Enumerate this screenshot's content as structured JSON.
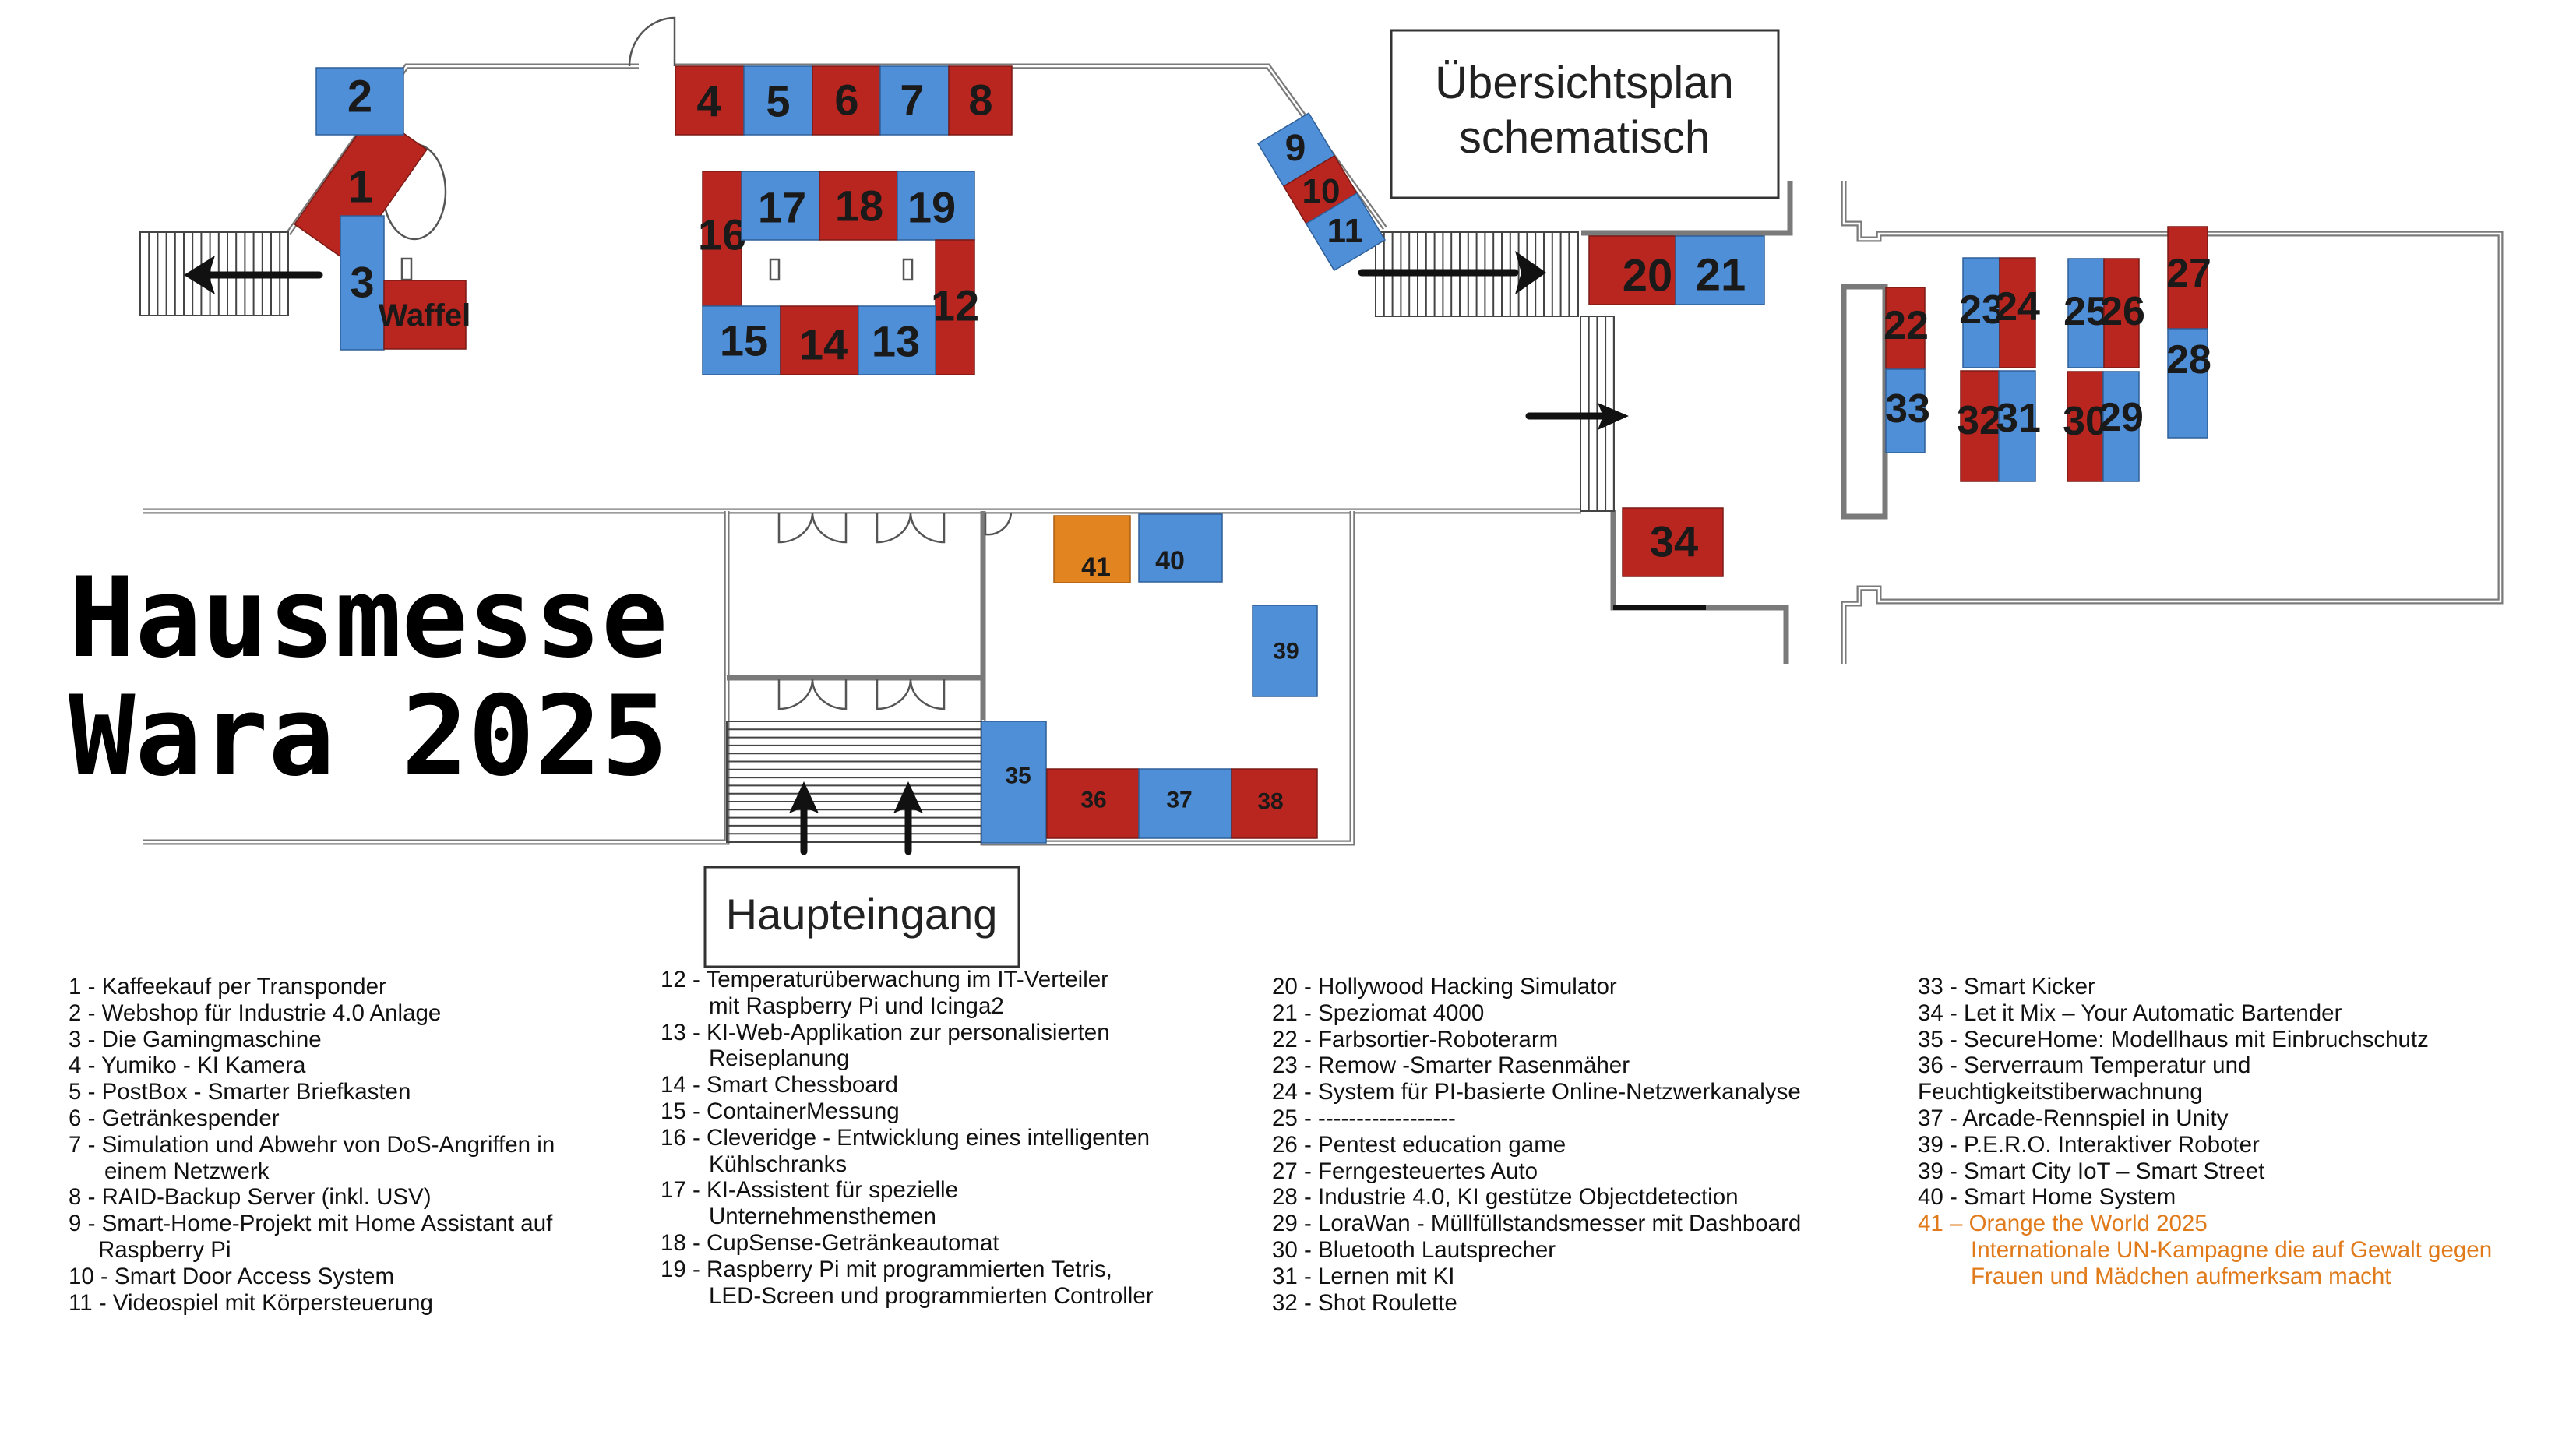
{
  "title": {
    "line1": "Hausmesse",
    "line2": "Wara 2025"
  },
  "labels": {
    "overview_line1": "Übersichtsplan",
    "overview_line2": "schematisch",
    "main_entrance": "Haupteingang",
    "waffel": "Waffel"
  },
  "colors": {
    "red": "#b9261f",
    "blue": "#4f8fd8",
    "orange": "#e2841f",
    "highlight_text": "#e07a1a"
  },
  "booths": {
    "b1": "1",
    "b2": "2",
    "b3": "3",
    "b4": "4",
    "b5": "5",
    "b6": "6",
    "b7": "7",
    "b8": "8",
    "b9": "9",
    "b10": "10",
    "b11": "11",
    "b12": "12",
    "b13": "13",
    "b14": "14",
    "b15": "15",
    "b16": "16",
    "b17": "17",
    "b18": "18",
    "b19": "19",
    "b20": "20",
    "b21": "21",
    "b22": "22",
    "b23": "23",
    "b24": "24",
    "b25": "25",
    "b26": "26",
    "b27": "27",
    "b28": "28",
    "b29": "29",
    "b30": "30",
    "b31": "31",
    "b32": "32",
    "b33": "33",
    "b34": "34",
    "b35": "35",
    "b36": "36",
    "b37": "37",
    "b38": "38",
    "b39": "39",
    "b40": "40",
    "b41": "41"
  },
  "legend": {
    "col1": [
      {
        "text": "1 - Kaffeekauf per Transponder"
      },
      {
        "text": "2 - Webshop für Industrie 4.0 Anlage"
      },
      {
        "text": "3 - Die Gamingmaschine"
      },
      {
        "text": "4 - Yumiko - KI Kamera"
      },
      {
        "text": "5 - PostBox - Smarter Briefkasten"
      },
      {
        "text": "6 - Getränkespender"
      },
      {
        "text": "7 - Simulation und Abwehr von DoS-Angriffen in",
        "cont": "einem Netzwerk"
      },
      {
        "text": "8 - RAID-Backup Server (inkl. USV)"
      },
      {
        "text": "9 - Smart-Home-Projekt mit Home Assistant auf",
        "cont": "Raspberry Pi"
      },
      {
        "text": "10 - Smart Door Access System"
      },
      {
        "text": "11 - Videospiel mit Körpersteuerung"
      }
    ],
    "col2": [
      {
        "text": "12 - Temperaturüberwachung im IT-Verteiler",
        "cont": "mit Raspberry Pi und Icinga2"
      },
      {
        "text": "13 - KI-Web-Applikation zur personalisierten",
        "cont": "Reiseplanung"
      },
      {
        "text": "14 - Smart Chessboard"
      },
      {
        "text": "15 - ContainerMessung"
      },
      {
        "text": "16 - Cleveridge - Entwicklung eines intelligenten",
        "cont": "Kühlschranks"
      },
      {
        "text": "17 - KI-Assistent für spezielle",
        "cont": "Unternehmensthemen"
      },
      {
        "text": "18 - CupSense-Getränkeautomat"
      },
      {
        "text": "19 - Raspberry Pi mit programmierten Tetris,",
        "cont": "LED-Screen und programmierten Controller"
      }
    ],
    "col3": [
      {
        "text": "20 - Hollywood Hacking Simulator"
      },
      {
        "text": "21 - Speziomat 4000"
      },
      {
        "text": "22 - Farbsortier-Roboterarm"
      },
      {
        "text": "23 - Remow -Smarter Rasenmäher"
      },
      {
        "text": "24 - System für PI-basierte Online-Netzwerkanalyse"
      },
      {
        "text": "25 - ------------------"
      },
      {
        "text": "26 - Pentest education game"
      },
      {
        "text": "27 - Ferngesteuertes Auto"
      },
      {
        "text": "28 - Industrie 4.0, KI gestütze Objectdetection"
      },
      {
        "text": "29 - LoraWan - Müllfüllstandsmesser mit Dashboard"
      },
      {
        "text": "30 - Bluetooth Lautsprecher"
      },
      {
        "text": "31 - Lernen mit KI"
      },
      {
        "text": "32 - Shot Roulette"
      }
    ],
    "col4": [
      {
        "text": "33 - Smart Kicker"
      },
      {
        "text": "34 - Let it Mix – Your Automatic Bartender"
      },
      {
        "text": "35 - SecureHome: Modellhaus mit Einbruchschutz"
      },
      {
        "text": "36 - Serverraum Temperatur und",
        "cont": "Feuchtigkeitstiberwachnung"
      },
      {
        "text": "37 - Arcade-Rennspiel in Unity"
      },
      {
        "text": "39 - P.E.R.O. Interaktiver Roboter"
      },
      {
        "text": "39 - Smart City IoT – Smart Street"
      },
      {
        "text": "40 - Smart Home System"
      }
    ],
    "highlight": {
      "text": "41 – Orange the World 2025",
      "cont1": "Internationale UN-Kampagne die auf Gewalt gegen",
      "cont2": "Frauen und Mädchen aufmerksam macht"
    }
  }
}
